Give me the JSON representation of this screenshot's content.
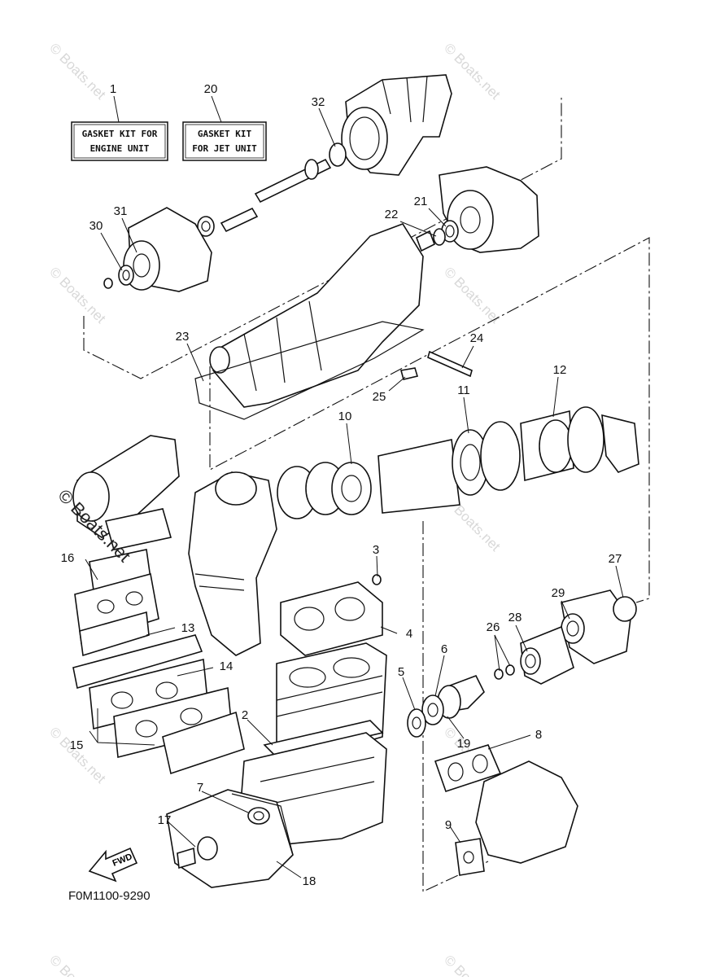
{
  "labels": {
    "box1_number": "1",
    "box1_line1": "GASKET KIT FOR",
    "box1_line2": "ENGINE UNIT",
    "box20_number": "20",
    "box20_line1": "GASKET KIT",
    "box20_line2": "FOR JET UNIT"
  },
  "callouts": {
    "c2": "2",
    "c3": "3",
    "c4": "4",
    "c5": "5",
    "c6": "6",
    "c7": "7",
    "c8": "8",
    "c9": "9",
    "c10": "10",
    "c11": "11",
    "c12": "12",
    "c13": "13",
    "c14": "14",
    "c15": "15",
    "c16": "16",
    "c17": "17",
    "c18": "18",
    "c19": "19",
    "c21": "21",
    "c22": "22",
    "c23": "23",
    "c24": "24",
    "c25": "25",
    "c26": "26",
    "c27": "27",
    "c28": "28",
    "c29": "29",
    "c30": "30",
    "c31": "31",
    "c32": "32"
  },
  "fwd_arrow_label": "FWD",
  "diagram_code": "F0M1100-9290",
  "watermark": {
    "small": "© Boats.net",
    "large": "© Boats.net"
  }
}
